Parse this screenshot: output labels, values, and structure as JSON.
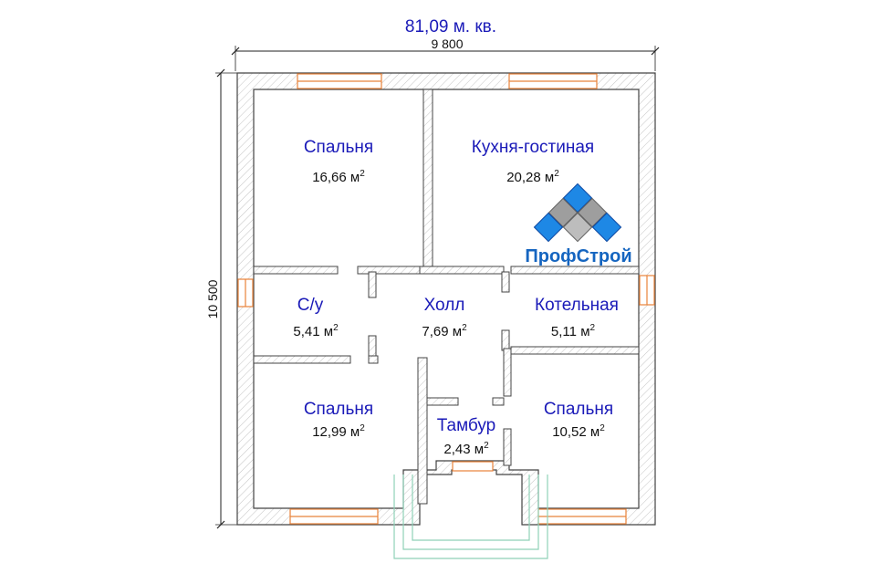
{
  "plan": {
    "total_area": "81,09 м. кв.",
    "width_dim": "9 800",
    "height_dim": "10 500",
    "area_unit": "м",
    "area_power": "2"
  },
  "logo": {
    "text": "ПрофСтрой"
  },
  "rooms": [
    {
      "name": "Спальня",
      "area": "16,66"
    },
    {
      "name": "Кухня-гостиная",
      "area": "20,28"
    },
    {
      "name": "С/у",
      "area": "5,41"
    },
    {
      "name": "Холл",
      "area": "7,69"
    },
    {
      "name": "Котельная",
      "area": "5,11"
    },
    {
      "name": "Спальня",
      "area": "12,99"
    },
    {
      "name": "Тамбур",
      "area": "2,43"
    },
    {
      "name": "Спальня",
      "area": "10,52"
    }
  ],
  "colors": {
    "wall_hatch": "#bdbdbd",
    "window": "#e8833a",
    "label": "#1a1ab8",
    "logo_blue": "#1e88e5",
    "logo_gray": "#9e9e9e",
    "porch": "#8fd1b8"
  }
}
